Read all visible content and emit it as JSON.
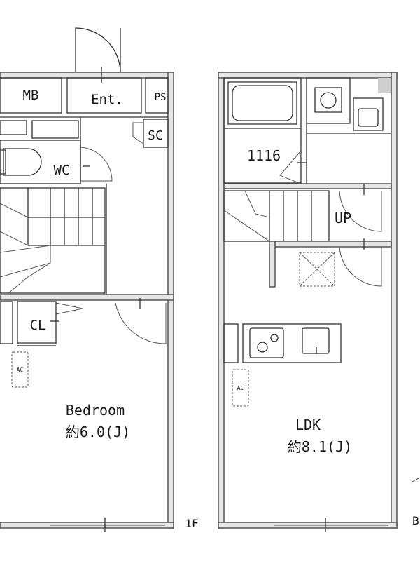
{
  "rooms": {
    "mb": "MB",
    "ent": "Ent.",
    "ps": "PS",
    "sc": "SC",
    "wc": "WC",
    "cl": "CL",
    "ac_left": "AC",
    "bedroom": "Bedroom",
    "bedroom_size": "約6.0(J)",
    "bath": "1116",
    "up": "UP",
    "ac_right": "AC",
    "ldk": "LDK",
    "ldk_size": "約8.1(J)"
  },
  "floors": {
    "first": "1F",
    "second_partial": "B"
  }
}
